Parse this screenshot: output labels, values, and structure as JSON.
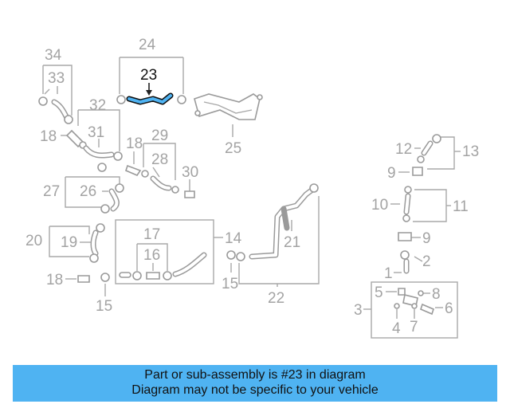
{
  "diagram": {
    "highlight_color": "#4fb3f2",
    "callouts": {
      "c1": "1",
      "c2": "2",
      "c3": "3",
      "c4": "4",
      "c5": "5",
      "c6": "6",
      "c7": "7",
      "c8": "8",
      "c9a": "9",
      "c9b": "9",
      "c10": "10",
      "c11": "11",
      "c12": "12",
      "c13": "13",
      "c14": "14",
      "c15a": "15",
      "c15b": "15",
      "c16": "16",
      "c17": "17",
      "c18a": "18",
      "c18b": "18",
      "c18c": "18",
      "c19": "19",
      "c20": "20",
      "c21": "21",
      "c22": "22",
      "c23": "23",
      "c24": "24",
      "c25": "25",
      "c26": "26",
      "c27": "27",
      "c28": "28",
      "c29": "29",
      "c30": "30",
      "c31": "31",
      "c32": "32",
      "c33": "33",
      "c34": "34"
    }
  },
  "banner": {
    "line1": "Part or sub-assembly is #23 in diagram",
    "line2": "Diagram may not be specific to your vehicle",
    "color": "#4fb3f2"
  }
}
